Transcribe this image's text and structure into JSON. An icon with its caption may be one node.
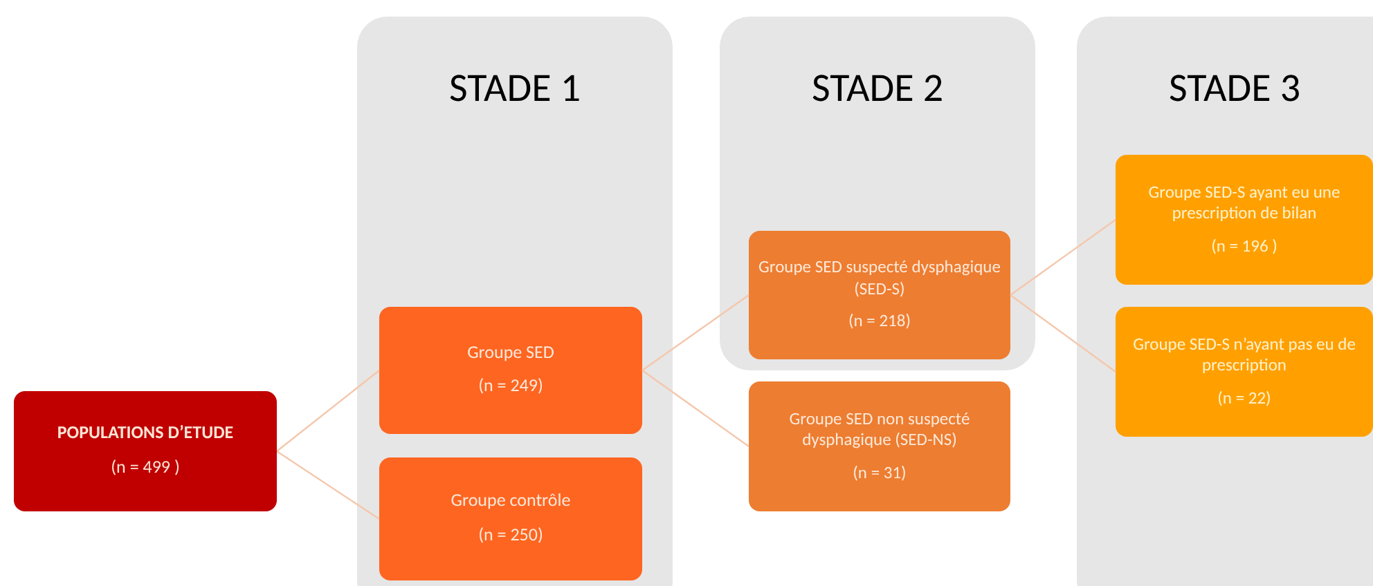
{
  "diagram": {
    "nodes": [
      {
        "text": [
          "POPULATIONS D’ETUDE",
          "(n = 499 )"
        ]
      },
      {
        "text": [
          "STADE 1"
        ]
      },
      {
        "text": [
          "Groupe SED",
          "(n = 249)"
        ],
        "in": 1
      },
      {
        "text": [
          "Groupe contrôle",
          "(n = 250)"
        ],
        "in": 1
      },
      {
        "text": [
          "STADE 2"
        ]
      },
      {
        "text": [
          "Groupe SED suspecté dysphagique (SED-S)",
          "(n = 218)"
        ],
        "in": 4
      },
      {
        "text": [
          "Groupe SED non suspecté dysphagique (SED-NS)",
          "(n = 31)"
        ]
      },
      {
        "text": [
          "STADE 3"
        ]
      },
      {
        "text": [
          "Groupe SED-S ayant eu une prescription de bilan",
          "(n = 196 )"
        ],
        "in": 7
      },
      {
        "text": [
          "Groupe SED-S n’ayant pas eu de prescription",
          "(n = 22)"
        ],
        "in": 7
      }
    ],
    "edges": [
      {
        "from": 0,
        "to": 2,
        "arrow": "none"
      },
      {
        "from": 0,
        "to": 3,
        "arrow": "none"
      },
      {
        "from": 2,
        "to": 5,
        "arrow": "none"
      },
      {
        "from": 2,
        "to": 6,
        "arrow": "none"
      },
      {
        "from": 5,
        "to": 8,
        "arrow": "none"
      },
      {
        "from": 5,
        "to": 9,
        "arrow": "none"
      }
    ]
  }
}
